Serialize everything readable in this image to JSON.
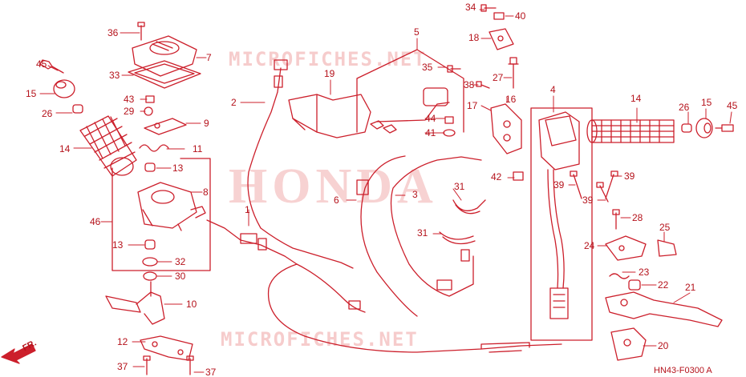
{
  "watermark_top": "MICROFICHES.NET",
  "watermark_bottom": "MICROFICHES.NET",
  "watermark_brand": "HONDA",
  "diagram_code": "HN43-F0300 A",
  "direction_label": "FR.",
  "colors": {
    "line": "#cc1f2b",
    "text": "#b5121b",
    "watermark": "#f6cccc"
  },
  "callouts": {
    "c1": "1",
    "c2": "2",
    "c3": "3",
    "c4": "4",
    "c5": "5",
    "c6": "6",
    "c7": "7",
    "c8": "8",
    "c9": "9",
    "c10": "10",
    "c11": "11",
    "c12": "12",
    "c13a": "13",
    "c13b": "13",
    "c14a": "14",
    "c14b": "14",
    "c15a": "15",
    "c15b": "15",
    "c16": "16",
    "c17": "17",
    "c18": "18",
    "c19": "19",
    "c20": "20",
    "c21": "21",
    "c22": "22",
    "c23": "23",
    "c24": "24",
    "c25": "25",
    "c26a": "26",
    "c26b": "26",
    "c27": "27",
    "c28": "28",
    "c29": "29",
    "c30": "30",
    "c31a": "31",
    "c31b": "31",
    "c32": "32",
    "c33": "33",
    "c34": "34",
    "c35": "35",
    "c36": "36",
    "c37a": "37",
    "c37b": "37",
    "c38": "38",
    "c39a": "39",
    "c39b": "39",
    "c39c": "39",
    "c40": "40",
    "c41": "41",
    "c42": "42",
    "c43": "43",
    "c44": "44",
    "c45a": "45",
    "c45b": "45",
    "c46": "46"
  }
}
